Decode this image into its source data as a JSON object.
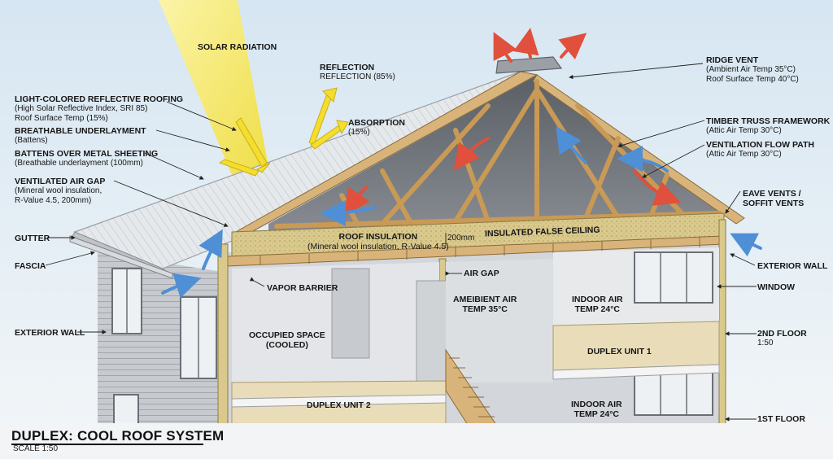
{
  "title": "DUPLEX: COOL ROOF SYSTEM",
  "scale": "SCALE 1:50",
  "labels": {
    "solar_radiation": "SOLAR RADIATION",
    "reflection_head": "REFLECTION",
    "reflection_sub": "REFLECTION  (85%)",
    "absorption_head": "ABSORPTION",
    "absorption_sub": "(15%)",
    "roofing_head": "LIGHT-COLORED REFLECTIVE ROOFING",
    "roofing_sub1": "(High Solar Reflective Index, SRI 85)",
    "roofing_sub2": "Roof Surface Temp (15%)",
    "underlayment_head": "BREATHABLE UNDERLAYMENT",
    "underlayment_sub": "(Battens)",
    "battens_head": "BATTENS OVER METAL SHEETING",
    "battens_sub": "(Breathable underlayment (100mm)",
    "airgap_head": "VENTILATED AIR GAP",
    "airgap_sub1": "(Mineral wool insulation,",
    "airgap_sub2": "R-Value 4.5, 200mm)",
    "gutter": "GUTTER",
    "fascia": "FASCIA",
    "exterior_wall_left": "EXTERIOR WALL",
    "ridge_head": "RIDGE VENT",
    "ridge_sub1": "(Ambient Air Temp 35°C)",
    "ridge_sub2": "Roof Surface Temp 40°C)",
    "truss_head": "TIMBER TRUSS FRAMEWORK",
    "truss_sub": "(Attic Air Temp 30°C)",
    "flow_head": "VENTILATION FLOW PATH",
    "flow_sub": "(Attic Air Temp 30°C)",
    "eave_head1": "EAVE VENTS /",
    "eave_head2": "SOFFIT VENTS",
    "exterior_wall_right": "EXTERIOR WALL",
    "window": "WINDOW",
    "floor2": "2ND FLOOR",
    "floor2_scale": "1:50",
    "floor1": "1ST FLOOR",
    "roof_ins_head": "ROOF INSULATION",
    "roof_ins_sub": "(Mineral wool insulation, R-Value 4.5)",
    "dim_200": "200mm",
    "false_ceiling": "INSULATED FALSE CEILING",
    "air_gap": "AIR GAP",
    "vapor_barrier": "VAPOR BARRIER",
    "ambient_1": "AMEIBIENT AIR",
    "ambient_2": "TEMP 35°C",
    "indoor_top_1": "INDOOR AIR",
    "indoor_top_2": "TEMP 24°C",
    "occupied_1": "OCCUPIED SPACE",
    "occupied_2": "(COOLED)",
    "unit1": "DUPLEX UNIT 1",
    "unit2": "DUPLEX UNIT 2",
    "indoor_bot_1": "INDOOR AIR",
    "indoor_bot_2": "TEMP 24°C"
  },
  "colors": {
    "sky": "#dfeaf3",
    "roof": "#e4e7ea",
    "timber": "#d9b47a",
    "insulation": "#d8c98e",
    "wall": "#c9ccd0",
    "interior": "#e6e8ea",
    "floor": "#e8dcb8",
    "sun": "#f5e33a",
    "warm_arrow": "#e0503c",
    "cool_arrow": "#4f8fd6"
  }
}
